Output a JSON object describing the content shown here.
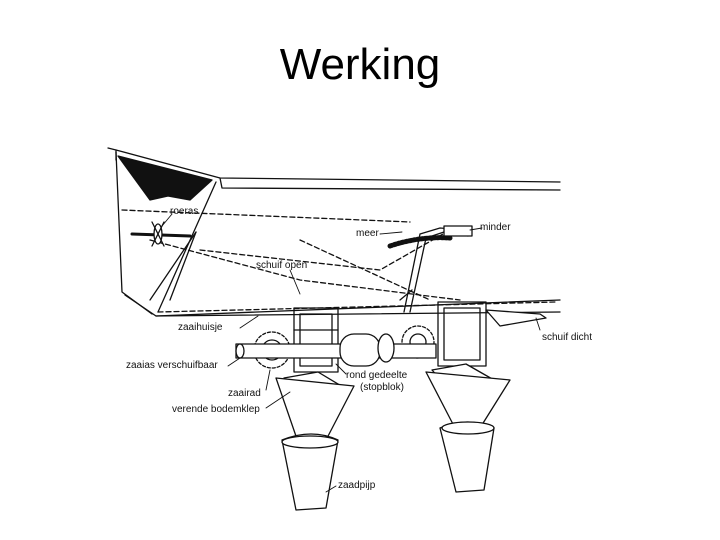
{
  "title": "Werking",
  "labels": {
    "roeras": "roeras",
    "meer": "meer",
    "minder": "minder",
    "schuif_open": "schuif open",
    "schuif_dicht": "schuif dicht",
    "zaaihuisje": "zaaihuisje",
    "zaaias": "zaaias verschuifbaar",
    "zaairad": "zaairad",
    "rond_gedeelte": "rond gedeelte",
    "stopblok": "(stopblok)",
    "verende_bodemklep": "verende bodemklep",
    "zaadpijp": "zaadpijp"
  },
  "colors": {
    "ink": "#111111",
    "background": "#ffffff"
  }
}
